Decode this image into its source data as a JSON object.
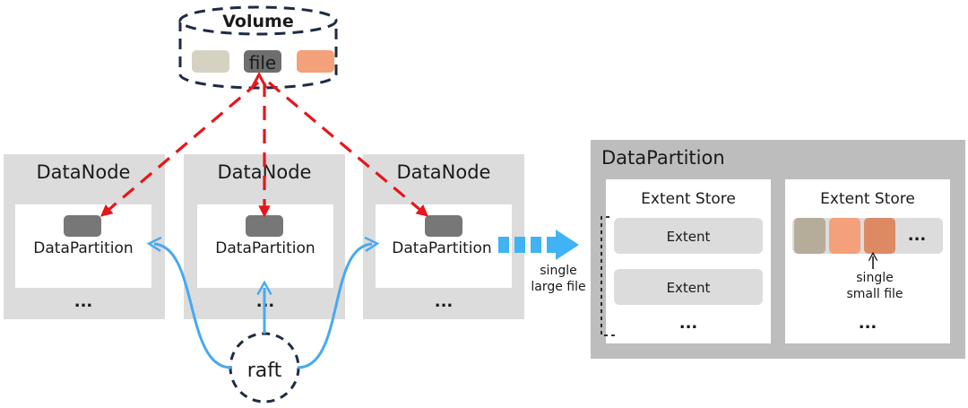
{
  "volume": {
    "title": "Volume",
    "file_label": "file",
    "swatch_colors": [
      "#d6d2c2",
      "#6e6e6e",
      "#f4a07a"
    ]
  },
  "datanodes": [
    {
      "title": "DataNode",
      "partition_label": "DataPartition",
      "more": "..."
    },
    {
      "title": "DataNode",
      "partition_label": "DataPartition",
      "more": "..."
    },
    {
      "title": "DataNode",
      "partition_label": "DataPartition",
      "more": "..."
    }
  ],
  "raft_label": "raft",
  "large_file_label": [
    "single",
    "large file"
  ],
  "datapartition_detail": {
    "title": "DataPartition",
    "extent_store_large": {
      "title": "Extent Store",
      "extents": [
        "Extent",
        "Extent"
      ],
      "more": "..."
    },
    "extent_store_small": {
      "title": "Extent Store",
      "file_colors": [
        "#b5ad9a",
        "#f4a07a",
        "#dd8a64"
      ],
      "row_more": "...",
      "small_file_label": [
        "single",
        "small file"
      ],
      "more": "..."
    }
  },
  "colors": {
    "node_bg": "#dcdcdc",
    "detail_bg": "#bdbdbd",
    "replica_arrow": "#e8151b",
    "raft_arrow": "#48a9ef",
    "data_flow_arrow": "#3fb3f4",
    "partition_chip": "#777777"
  }
}
